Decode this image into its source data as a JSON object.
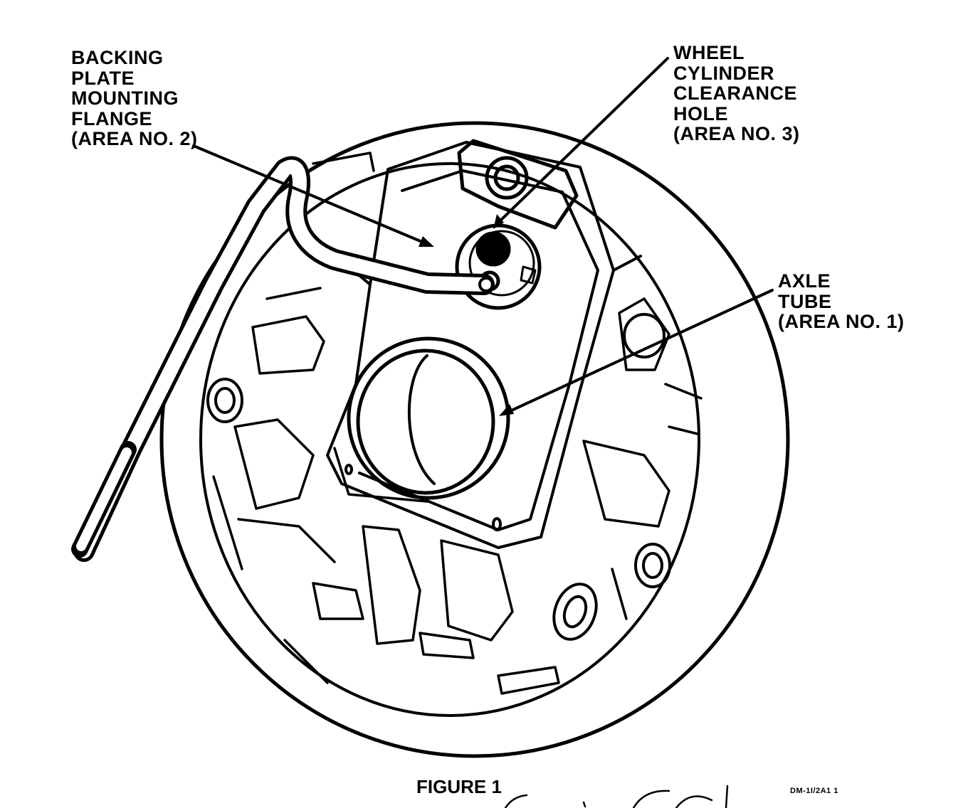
{
  "callouts": {
    "backing_plate": [
      "BACKING",
      "PLATE",
      "MOUNTING",
      "FLANGE",
      "(AREA NO. 2)"
    ],
    "wheel_cylinder": [
      "WHEEL",
      "CYLINDER",
      "CLEARANCE",
      "HOLE",
      "(AREA NO. 3)"
    ],
    "axle_tube": [
      "AXLE",
      "TUBE",
      "(AREA NO. 1)"
    ]
  },
  "caption": "FIGURE 1",
  "drawing_code": "DM-1I/2A1 1"
}
